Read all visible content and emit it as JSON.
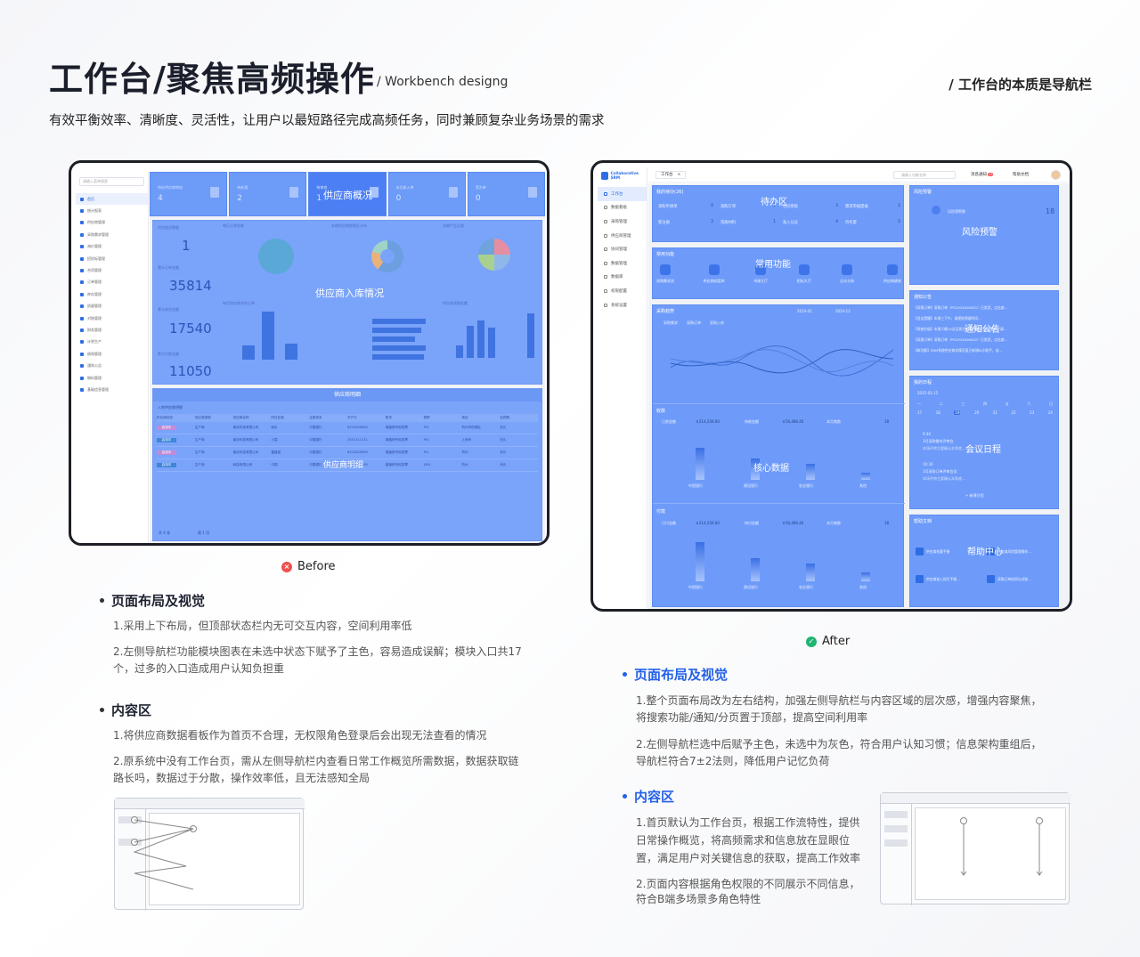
{
  "header": {
    "title": "工作台/聚焦高频操作",
    "subtitle_en": "/ Workbench designg",
    "tag_right": "/ 工作台的本质是导航栏",
    "description": "有效平衡效率、清晰度、灵活性，让用户以最短路径完成高频任务，同时兼顾复杂业务场景的需求"
  },
  "before": {
    "search_placeholder": "请输入菜单搜索",
    "menu": [
      "首页",
      "统计报表",
      "供应商管理",
      "采购需求管理",
      "询价管理",
      "招投标管理",
      "合同管理",
      "订单管理",
      "库存管理",
      "质量管理",
      "对账管理",
      "财务管理",
      "计划生产",
      "绩效管理",
      "通知公告",
      "物料管理",
      "基础信息管理"
    ],
    "kpi_tiles": [
      {
        "label": "待办供应商审核",
        "value": "4"
      },
      {
        "label": "待处理",
        "value": "2"
      },
      {
        "label": "待审核",
        "value": "1"
      },
      {
        "label": "本月新入库",
        "value": "0"
      },
      {
        "label": "黑名单",
        "value": "0"
      }
    ],
    "overlay_overview": "供应商概况",
    "stats": [
      {
        "label": "供应商总数量",
        "value": "1"
      },
      {
        "label": "累计订单金额",
        "value": "35814"
      },
      {
        "label": "累计收货金额",
        "value": "17540"
      },
      {
        "label": "累计付款金额",
        "value": "11050"
      }
    ],
    "chart_titles": [
      "每日订单金额",
      "本期供应商按地区分布",
      "本期产品分类",
      "每月供应商合作订单",
      "供应商采购金额"
    ],
    "overlay_entry": "供应商入库情况",
    "detail_header": "供应商明细",
    "detail_table_title": "入库供应商明细",
    "detail_columns": [
      "供应商状态",
      "供应商类型",
      "供应商名称",
      "所在区域",
      "注册资本",
      "开户行",
      "账号",
      "税率",
      "地址",
      "合同期"
    ],
    "detail_rows": [
      [
        "启用中",
        "生产商",
        "南京科技有限公司",
        "南京",
        "中国银行",
        "6222000000",
        "增值税专用发票",
        "9%",
        "杭州市西湖区",
        "永久"
      ],
      [
        "启用中",
        "生产商",
        "南京科技有限公司",
        "小莫",
        "中国银行",
        "1551111111",
        "增值税专用发票",
        "9%",
        "上海市",
        "永久"
      ],
      [
        "启用中",
        "生产商",
        "南京科技有限公司",
        "福建省",
        "中国银行",
        "6222000000",
        "增值税专用发票",
        "9%",
        "杭州",
        "永久"
      ],
      [
        "启用中",
        "生产商",
        "科技有限公司",
        "中国",
        "中国银行",
        "6222000000",
        "增值税专用发票",
        "16%",
        "杭州",
        "永久"
      ]
    ],
    "overlay_detail": "供应商明细",
    "pagination": "共 4 条",
    "page": "第 1 页",
    "status_label": "Before"
  },
  "after": {
    "logo": "Collaborative SRM",
    "menu": [
      "工作台",
      "数据看板",
      "采购管理",
      "供应商管理",
      "协同管理",
      "数据管理",
      "数据库",
      "权限配置",
      "系统设置"
    ],
    "tab": "工作台",
    "search_placeholder": "请输入功能名称",
    "notice_label": "消息通知",
    "notice_badge": "12",
    "help_label": "帮助文档",
    "todo": {
      "title": "我的待办(26)",
      "overlay": "待办区",
      "items": [
        {
          "label": "采购申请单",
          "value": "0"
        },
        {
          "label": "采购订单",
          "value": "2"
        },
        {
          "label": "合同审批",
          "value": "3"
        },
        {
          "label": "需求单据提报",
          "value": "2"
        },
        {
          "label": "新注册",
          "value": "2"
        },
        {
          "label": "资质材料",
          "value": "1"
        },
        {
          "label": "准入认证",
          "value": "4"
        },
        {
          "label": "待作废",
          "value": "5"
        }
      ]
    },
    "risk": {
      "title": "风险预警",
      "overlay": "风险预警",
      "big_value": "18",
      "label": "风险预警数"
    },
    "common": {
      "title": "常用功能",
      "overlay": "常用功能",
      "items": [
        "采购需求池",
        "供应商档案库",
        "寻源大厅",
        "招标大厅",
        "比价分析",
        "供应商绩效"
      ]
    },
    "notice": {
      "title": "通知公告",
      "overlay": "通知公告",
      "lines": [
        "【采购订单】采购订单（PO2024000001）已发货，点击查...",
        "【会议提醒】本周三下午，请提前预留时间...",
        "【系统升级】本周六晚24点至周日6:00将进行系统更新，请...",
        "【采购订单】采购订单（PO2024000002）已发货，点击查...",
        "【新功能】SRM系统供应商详情页面已新增AI小助手，该..."
      ]
    },
    "trend": {
      "title": "采购趋势",
      "overlay": "核心数据",
      "d1": "2024-01",
      "d2": "2024-12",
      "legend": [
        "采购需求",
        "采购订单",
        "采购入库"
      ]
    },
    "calendar": {
      "title": "我的日程",
      "overlay": "会议日程",
      "month": "2025-02-15",
      "days": [
        "一",
        "二",
        "三",
        "四",
        "五",
        "六",
        "日"
      ],
      "dates": [
        "17",
        "18",
        "19",
        "20",
        "21",
        "22",
        "23",
        "24"
      ],
      "events": [
        {
          "time": "9:30",
          "title": "3月采购需求评审会",
          "desc": "本场评审主要确认本季度..."
        },
        {
          "time": "10:30",
          "title": "3月采购订单评审会议",
          "desc": "本场评审主要确认本季度..."
        }
      ],
      "new_btn": "+ 新建日程"
    },
    "receipt": {
      "title": "收款",
      "k1_label": "已收金额",
      "k1": "￥214,256.60",
      "k2_label": "待收金额",
      "k2": "￥56,486.40",
      "k3_label": "本月笔数",
      "k3": "18"
    },
    "payment": {
      "title": "付款",
      "k1_label": "已付金额",
      "k1": "￥214,256.60",
      "k2_label": "待付金额",
      "k2": "￥56,486.40",
      "k3_label": "本月笔数",
      "k3": "18"
    },
    "bar_cats": [
      "中国银行",
      "建设银行",
      "农业银行",
      "其他"
    ],
    "help": {
      "title": "帮助文档",
      "overlay": "帮助中心",
      "docs": [
        "供应商档案手册",
        "供应商风险管理操作...",
        "供应商准入指引手册...",
        "采购订单协同与对账..."
      ]
    },
    "status_label": "After"
  },
  "left_notes": {
    "s1_title": "页面布局及视觉",
    "s1_p1": "1.采用上下布局，但顶部状态栏内无可交互内容，空间利用率低",
    "s1_p2a": "2.左侧导航栏功能模块图表在未选中状态下赋予了主色，容易造成误解；模块入口共17",
    "s1_p2b": "个，过多的入口造成用户认知负担重",
    "s2_title": "内容区",
    "s2_p1": "1.将供应商数据看板作为首页不合理，无权限角色登录后会出现无法查看的情况",
    "s2_p2a": "2.原系统中没有工作台页，需从左侧导航栏内查看日常工作概览所需数据，数据获取链",
    "s2_p2b": "路长吗，数据过于分散，操作效率低，且无法感知全局"
  },
  "right_notes": {
    "s1_title": "页面布局及视觉",
    "s1_p1a": "1.整个页面布局改为左右结构，加强左侧导航栏与内容区域的层次感，增强内容聚焦，",
    "s1_p1b": "将搜索功能/通知/分页置于顶部，提高空间利用率",
    "s1_p2a": "2.左侧导航栏选中后赋予主色，未选中为灰色，符合用户认知习惯；信息架构重组后，",
    "s1_p2b": "导航栏符合7±2法则，降低用户记忆负荷",
    "s2_title": "内容区",
    "s2_p1a": "1.首页默认为工作台页，根据工作流特性，提供",
    "s2_p1b": "日常操作概览，将高频需求和信息放在显眼位",
    "s2_p1c": "置，满足用户对关键信息的获取，提高工作效率",
    "s2_p2a": "2.页面内容根据角色权限的不同展示不同信息，",
    "s2_p2b": "符合B端多场景多角色特性"
  }
}
